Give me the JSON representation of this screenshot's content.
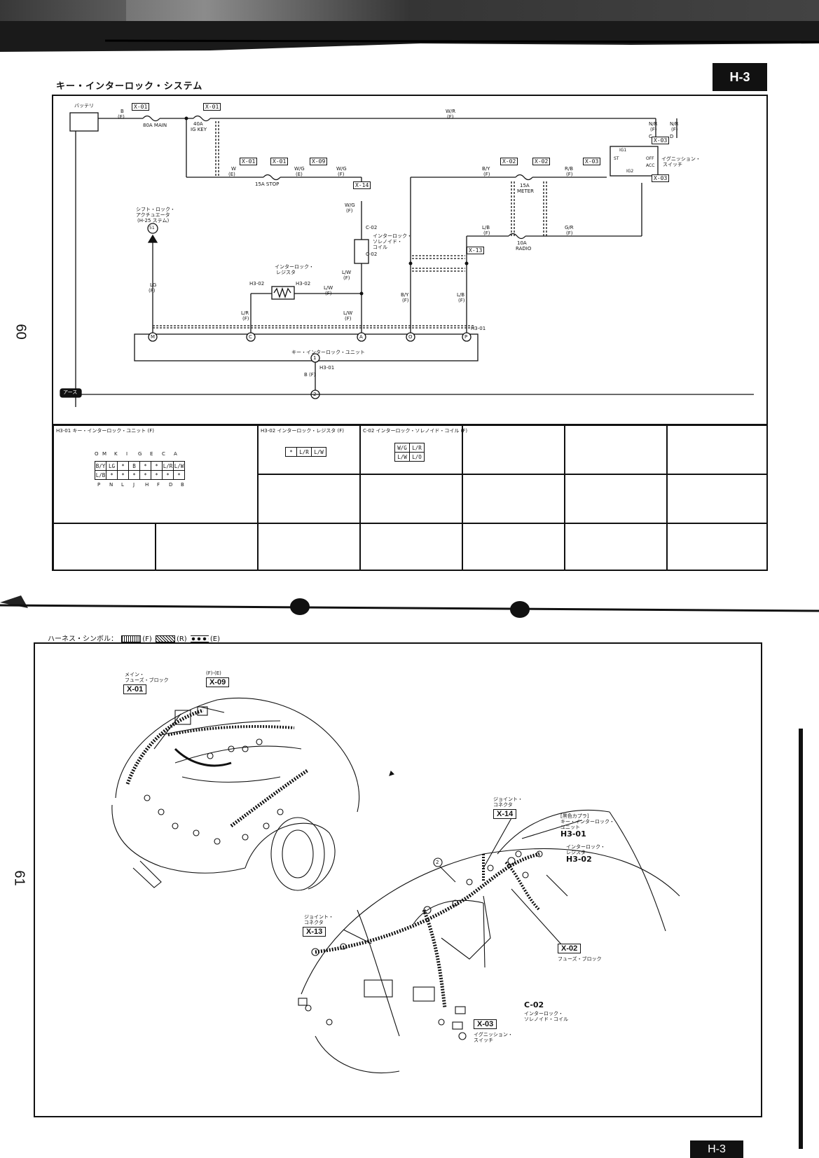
{
  "page": {
    "tab_top": "H-3",
    "tab_bottom": "H-3",
    "page_left_top": "60",
    "page_left_bottom": "61",
    "section_title": "キー・インターロック・システム"
  },
  "wiring": {
    "battery_label": "バッテリ",
    "ground_label": "アース",
    "connectors": [
      "X-01",
      "X-01",
      "X-01",
      "X-01",
      "X-09",
      "X-14",
      "X-02",
      "X-02",
      "X-03",
      "X-03",
      "X-03",
      "X-13"
    ],
    "fuses": {
      "main": "80A MAIN",
      "ig_key": [
        "40A",
        "IG KEY"
      ],
      "stop": "15A STOP",
      "meter": [
        "15A",
        "METER"
      ],
      "radio": [
        "10A",
        "RADIO"
      ]
    },
    "wires": {
      "be": [
        "B",
        "(E)"
      ],
      "wr": [
        "W/R",
        "(F)"
      ],
      "we": [
        "W",
        "(E)"
      ],
      "wge": [
        "W/G",
        "(E)"
      ],
      "wgf": [
        "W/G",
        "(F)"
      ],
      "wgf2": [
        "W/G",
        "(F)"
      ],
      "by": [
        "B/Y",
        "(F)"
      ],
      "rb": [
        "R/B",
        "(F)"
      ],
      "lb": [
        "L/B",
        "(F)"
      ],
      "gr": [
        "G/R",
        "(F)"
      ],
      "nrf1": [
        "N/R",
        "(F)"
      ],
      "nrf2": [
        "N/R",
        "(F)"
      ],
      "c": "C",
      "d": "D",
      "lg": [
        "LG",
        "(F)"
      ],
      "lw1": [
        "L/W",
        "(F)"
      ],
      "lw2": [
        "L/W",
        "(F)"
      ],
      "lw3": [
        "L/W",
        "(F)"
      ],
      "lr": [
        "L/R",
        "(F)"
      ],
      "by2": [
        "B/Y",
        "(F)"
      ],
      "lb2": [
        "L/B",
        "(F)"
      ],
      "bf": "B (F)"
    },
    "shift_lock": [
      "シフト・ロック・",
      "アクチュエータ",
      "(H-25 ステム)"
    ],
    "shift_lock_num": "51",
    "solenoid": [
      "インターロック・",
      "ソレノイド・",
      "コイル"
    ],
    "resistor": [
      "インターロック・",
      "レジスタ"
    ],
    "h302a": "H3-02",
    "h302b": "H3-02",
    "c02a": "C-02",
    "c02b": "C-02",
    "h301a": "H3-01",
    "h301b": "H3-01",
    "ignition_label": [
      "イグニッション・",
      "スイッチ"
    ],
    "ign_terms": [
      "IG1",
      "ST",
      "IG2",
      "OFF",
      "ACC"
    ],
    "unit_label": "キー・インターロック・ユニット",
    "unit_pins": [
      "M",
      "C",
      "A",
      "O",
      "P"
    ],
    "pin1": "1",
    "pin2": "2"
  },
  "connector_views": {
    "h301_caption": "H3-01  キー・インターロック・ユニット (F)",
    "h301_top_letters": [
      "O",
      "M",
      "K",
      "",
      "I",
      "G",
      "",
      "E",
      "C",
      "A"
    ],
    "h301_row1": [
      "B/Y",
      "LG",
      "*",
      "B",
      "*",
      "*",
      "L/R",
      "L/W"
    ],
    "h301_row2": [
      "L/B",
      "*",
      "*",
      "*",
      "*",
      "*",
      "*",
      "*"
    ],
    "h301_bottom_letters": [
      "P",
      "N",
      "L",
      "J",
      "H",
      "F",
      "D",
      "B"
    ],
    "h302_caption": "H3-02  インターロック・レジスタ (F)",
    "h302_cells": [
      "*",
      "L/R",
      "L/W"
    ],
    "c02_caption": "C-02  インターロック・ソレノイド・コイル (F)",
    "c02_cells": [
      [
        "W/G",
        "L/R"
      ],
      [
        "L/W",
        "L/O"
      ]
    ]
  },
  "harness": {
    "legend_prefix": "ハーネス・シンボル：",
    "legend_f": "(F)",
    "legend_r": "(R)",
    "legend_e": "(E)",
    "callouts": {
      "x01": "X-01",
      "x09": "X-09",
      "x14": "X-14",
      "x13": "X-13",
      "x02": "X-02",
      "x03": "X-03",
      "h301": "H3-01",
      "h302": "H3-02",
      "c02": "C-02",
      "two": "2"
    },
    "captions": {
      "main_fuse": [
        "メイン・",
        "フューズ・ブロック"
      ],
      "fe": "(F)-(E)",
      "joint14": [
        "ジョイント・",
        "コネクタ"
      ],
      "joint13": [
        "ジョイント・",
        "コネクタ"
      ],
      "h301": [
        "[黒色カプラ]",
        "キー・インターロック・",
        "ユニット"
      ],
      "h302": [
        "インターロック・",
        "レジスタ"
      ],
      "x02": "フューズ・ブロック",
      "c02": [
        "インターロック・",
        "ソレノイド・コイル"
      ],
      "x03": [
        "イグニッション・",
        "スイッチ"
      ]
    }
  }
}
